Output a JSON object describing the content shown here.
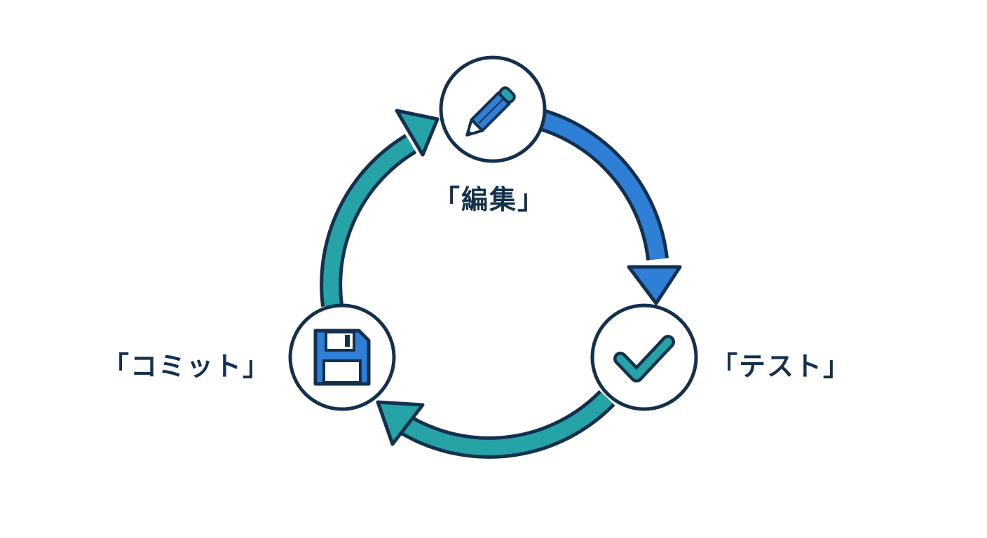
{
  "diagram": {
    "type": "cycle",
    "nodes": [
      {
        "id": "edit",
        "label": "「編集」",
        "icon": "pencil-icon"
      },
      {
        "id": "test",
        "label": "「テスト」",
        "icon": "checkmark-icon"
      },
      {
        "id": "commit",
        "label": "「コミット」",
        "icon": "floppy-disk-icon"
      }
    ],
    "edges": [
      {
        "from": "edit",
        "to": "test"
      },
      {
        "from": "test",
        "to": "commit"
      },
      {
        "from": "commit",
        "to": "edit"
      }
    ]
  },
  "colors": {
    "outline": "#14304f",
    "blue": "#2f7fd6",
    "teal": "#25a3a6",
    "background": "#ffffff"
  }
}
